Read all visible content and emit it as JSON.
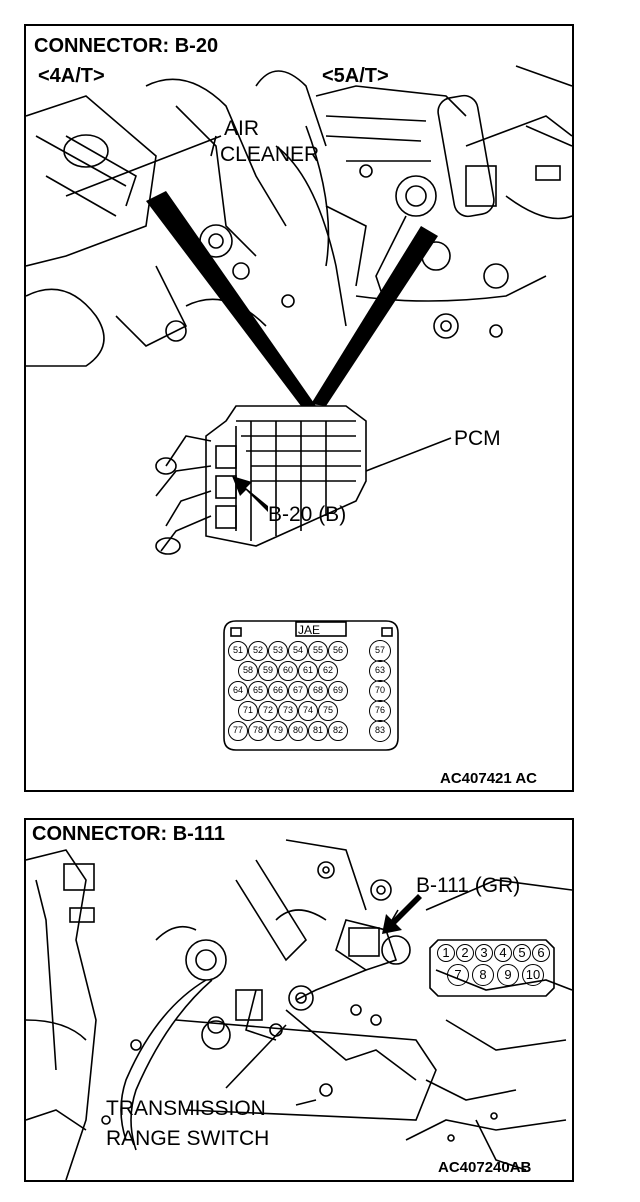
{
  "top": {
    "title": "CONNECTOR: B-20",
    "variant_left": "<4A/T>",
    "variant_right": "<5A/T>",
    "air_cleaner_line1": "AIR",
    "air_cleaner_line2": "CLEANER",
    "pcm": "PCM",
    "connector_label": "B-20 (B)",
    "connector_type": "JAE",
    "pins": {
      "row1": [
        "51",
        "52",
        "53",
        "54",
        "55",
        "56"
      ],
      "row2": [
        "58",
        "59",
        "60",
        "61",
        "62"
      ],
      "row3": [
        "64",
        "65",
        "66",
        "67",
        "68",
        "69"
      ],
      "row4": [
        "71",
        "72",
        "73",
        "74",
        "75"
      ],
      "row5": [
        "77",
        "78",
        "79",
        "80",
        "81",
        "82"
      ],
      "side": [
        "57",
        "63",
        "70",
        "76",
        "83"
      ]
    },
    "figure_code": "AC407421 AC"
  },
  "bottom": {
    "title": "CONNECTOR: B-111",
    "connector_label": "B-111 (GR)",
    "pins_row1": [
      "1",
      "2",
      "3",
      "4",
      "5",
      "6"
    ],
    "pins_row2": [
      "7",
      "8",
      "9",
      "10"
    ],
    "switch_line1": "TRANSMISSION",
    "switch_line2": "RANGE SWITCH",
    "figure_code": "AC407240AB"
  }
}
